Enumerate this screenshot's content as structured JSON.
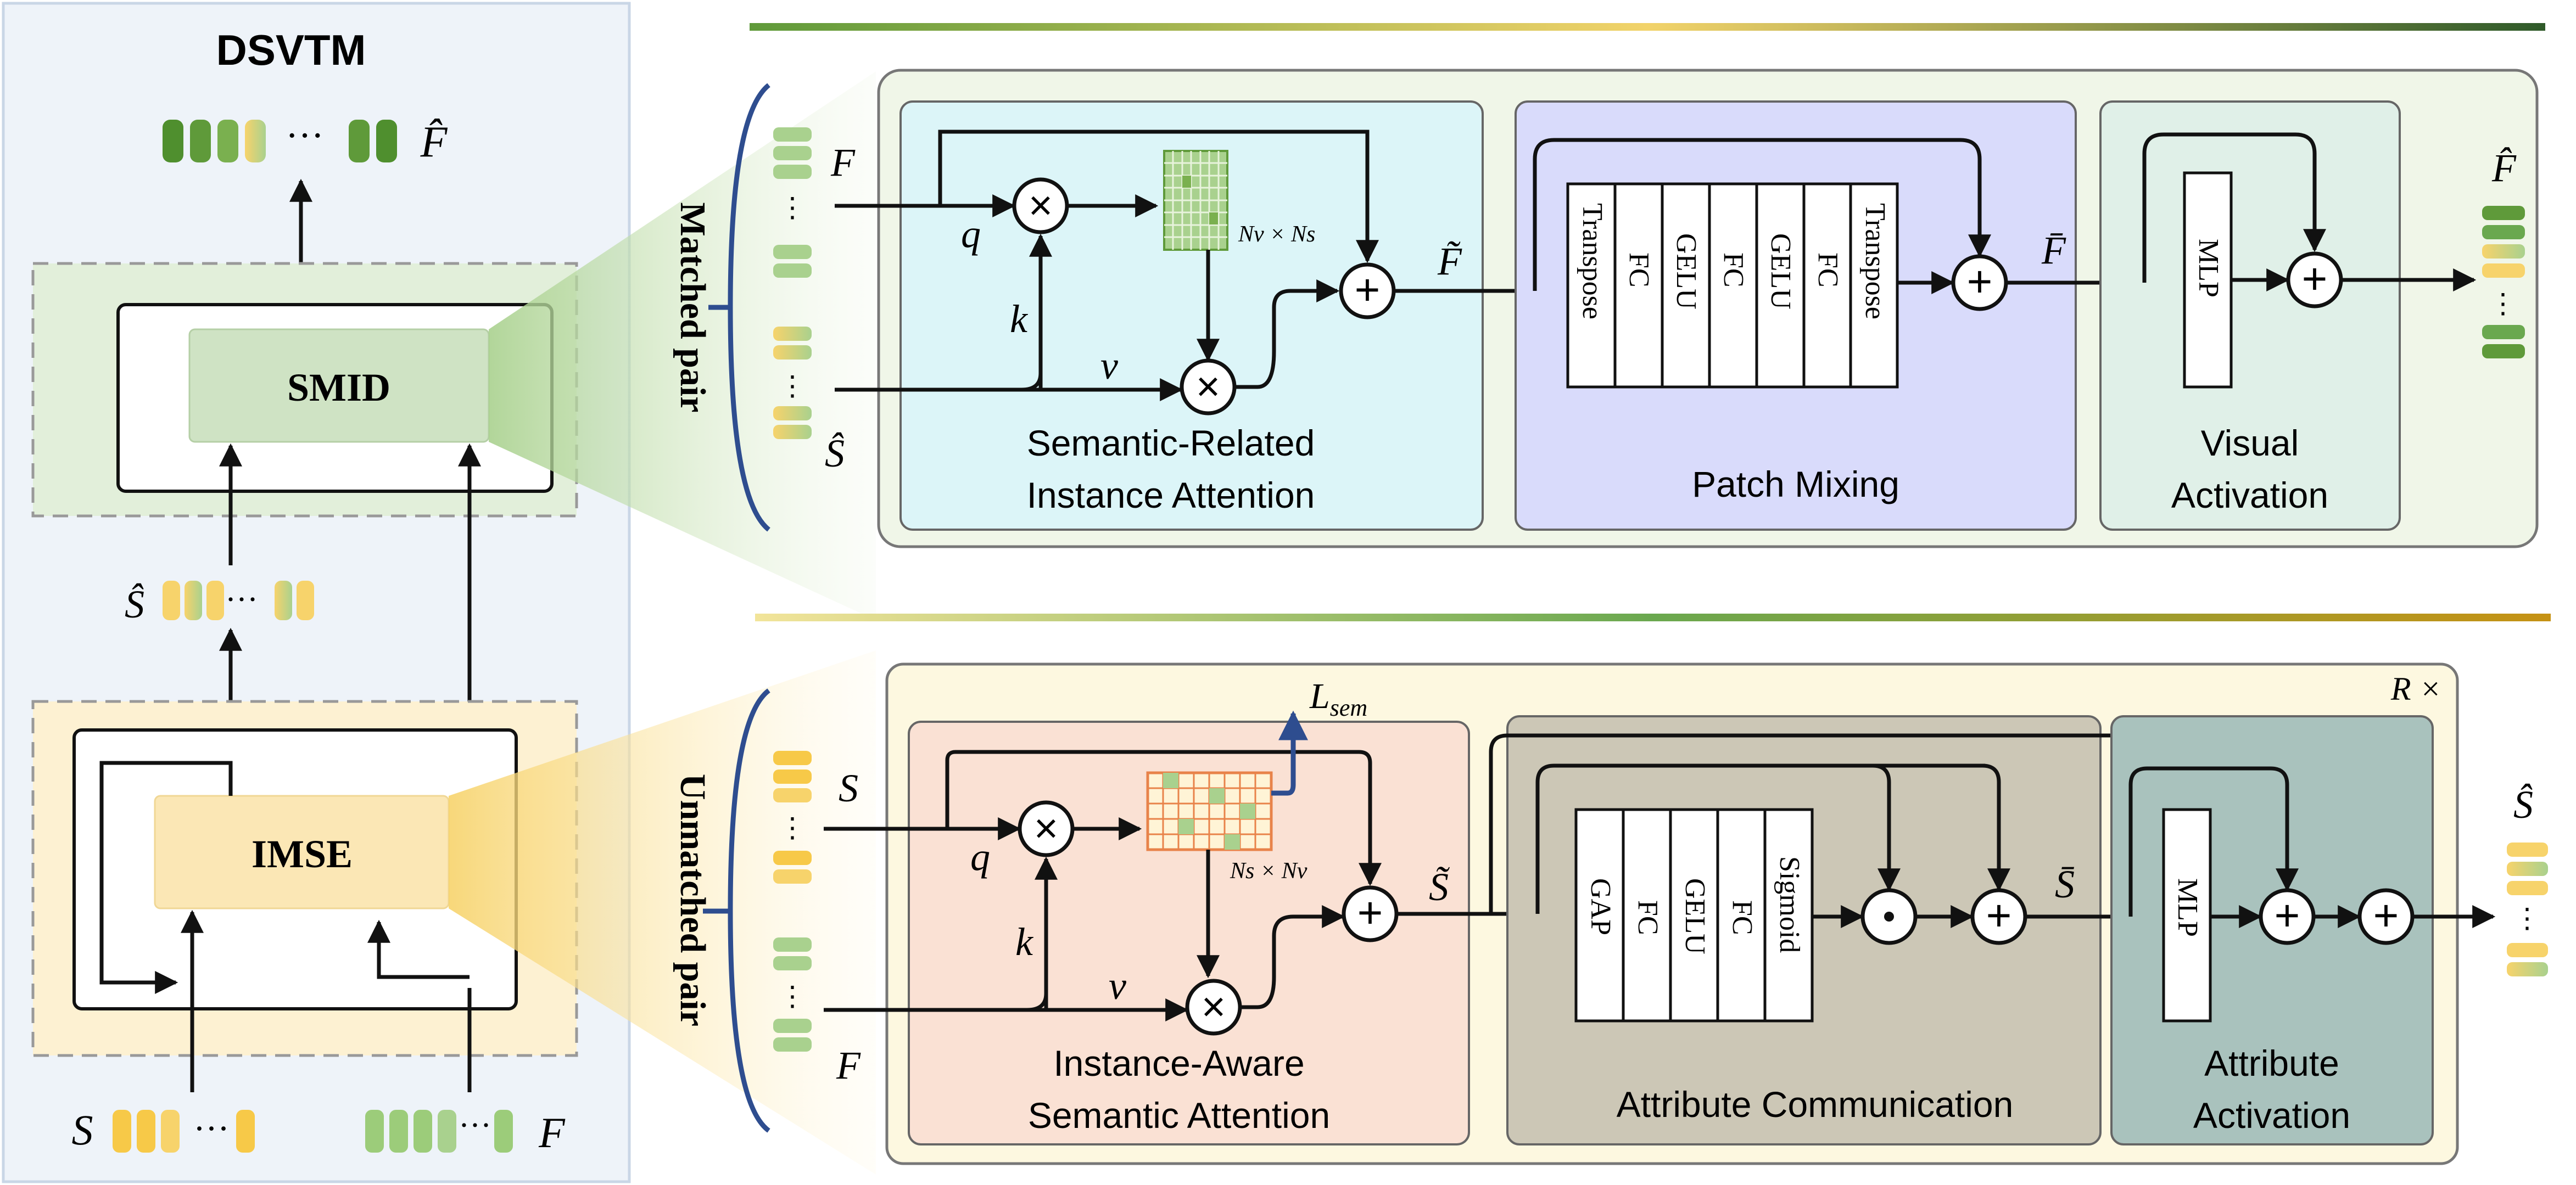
{
  "left_panel": {
    "title": "DSVTM",
    "smid": "SMID",
    "imse": "IMSE",
    "out_sym": "F̂",
    "mid_sym": "Ŝ",
    "in_s": "S",
    "in_f": "F",
    "dots": "···"
  },
  "top": {
    "side_label": "Matched pair",
    "in_f": "F",
    "in_s": "Ŝ",
    "q": "q",
    "k": "k",
    "v": "v",
    "grid_label": "Nv × Ns",
    "ftilde": "F̃",
    "fbar": "F̄",
    "out": "F̂",
    "sria_title1": "Semantic-Related",
    "sria_title2": "Instance Attention",
    "pm_title": "Patch Mixing",
    "pm_layers": [
      "Transpose",
      "FC",
      "GELU",
      "FC",
      "GELU",
      "FC",
      "Transpose"
    ],
    "va_mlp": "MLP",
    "va_title1": "Visual",
    "va_title2": "Activation"
  },
  "bottom": {
    "side_label": "Unmatched pair",
    "in_s": "S",
    "in_f": "F",
    "q": "q",
    "k": "k",
    "v": "v",
    "loss": "L",
    "loss_sub": "sem",
    "grid_label": "Ns × Nv",
    "stilde": "S̃",
    "sbar": "S̄",
    "out": "Ŝ",
    "repeat": "R ×",
    "iasa_title1": "Instance-Aware",
    "iasa_title2": "Semantic Attention",
    "ac_layers": [
      "GAP",
      "FC",
      "GELU",
      "FC",
      "Sigmoid"
    ],
    "ac_title": "Attribute Communication",
    "aa_mlp": "MLP",
    "aa_title1": "Attribute",
    "aa_title2": "Activation"
  },
  "colors": {
    "green_dark": "#5f9a3a",
    "green_light": "#a9d18e",
    "yellow": "#f7d36b",
    "navy": "#2e4d8f"
  }
}
